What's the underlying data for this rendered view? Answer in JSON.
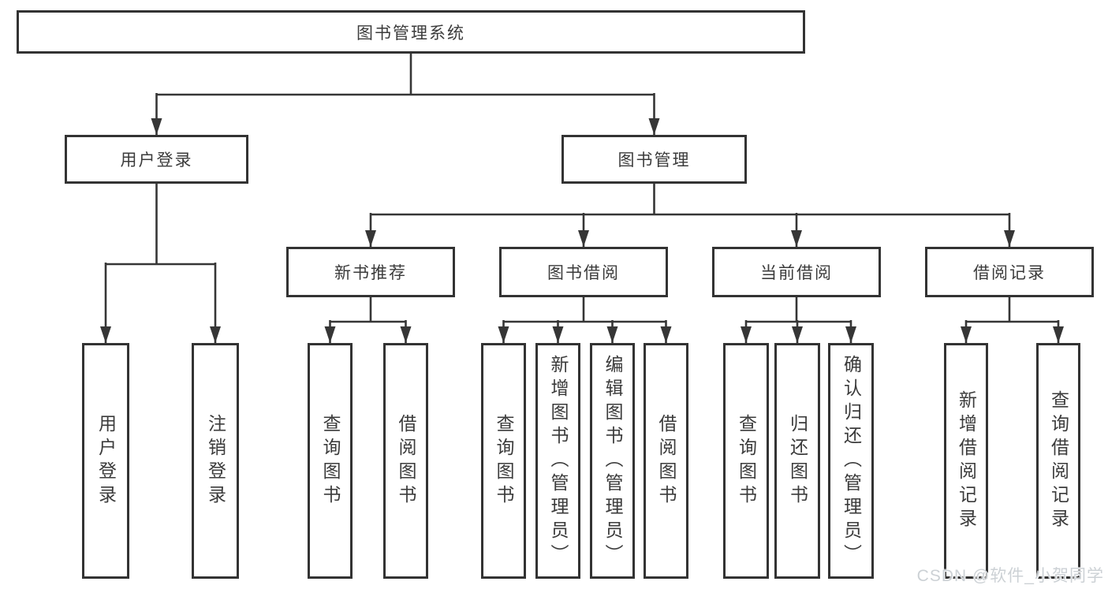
{
  "tree": {
    "label": "图书管理系统",
    "children": [
      {
        "label": "用户登录",
        "children": [
          {
            "label": "用户登录"
          },
          {
            "label": "注销登录"
          }
        ]
      },
      {
        "label": "图书管理",
        "children": [
          {
            "label": "新书推荐",
            "children": [
              {
                "label": "查询图书"
              },
              {
                "label": "借阅图书"
              }
            ]
          },
          {
            "label": "图书借阅",
            "children": [
              {
                "label": "查询图书"
              },
              {
                "label": "新增图书（管理员）"
              },
              {
                "label": "编辑图书（管理员）"
              },
              {
                "label": "借阅图书"
              }
            ]
          },
          {
            "label": "当前借阅",
            "children": [
              {
                "label": "查询图书"
              },
              {
                "label": "归还图书"
              },
              {
                "label": "确认归还（管理员）"
              }
            ]
          },
          {
            "label": "借阅记录",
            "children": [
              {
                "label": "新增借阅记录"
              },
              {
                "label": "查询借阅记录"
              }
            ]
          }
        ]
      }
    ]
  },
  "watermark": "CSDN @软件_小贺同学",
  "colors": {
    "background": "#ffffff",
    "box_border": "#333333",
    "line": "#363636",
    "text": "#3b3b3b",
    "watermark": "#ccd1d5"
  }
}
